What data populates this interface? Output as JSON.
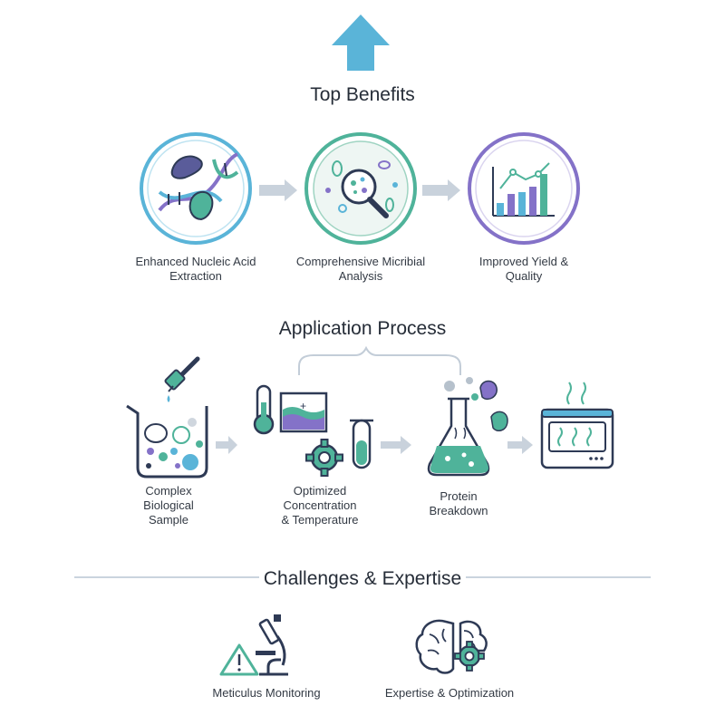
{
  "sections": {
    "top_benefits": "Top Benefits",
    "application_process": "Application Process",
    "challenges_expertise": "Challenges & Expertise"
  },
  "benefits": [
    {
      "label": "Enhanced Nucleic Acid\nExtraction",
      "icon": "dna-enzyme-icon"
    },
    {
      "label": "Comprehensive Micribial\nAnalysis",
      "icon": "microbe-magnifier-icon"
    },
    {
      "label": "Improved Yield &\nQuality",
      "icon": "bar-chart-growth-icon"
    }
  ],
  "process": [
    {
      "label": "Complex\nBiological\nSample",
      "icon": "beaker-sample-icon"
    },
    {
      "label": "Optimized\nConcentration\n& Temperature",
      "icon": "thermometer-gear-icon"
    },
    {
      "label": "Protein\nBreakdown",
      "icon": "flask-protein-icon"
    },
    {
      "label": "",
      "icon": "incubator-icon"
    }
  ],
  "challenges": [
    {
      "label": "Meticulus Monitoring",
      "icon": "microscope-warning-icon"
    },
    {
      "label": "Expertise & Optimization",
      "icon": "brain-gear-icon"
    }
  ],
  "colors": {
    "blue": "#5ab4d8",
    "teal": "#4fb39a",
    "purple": "#8472c8",
    "navy": "#2e3a55",
    "arrow": "#c9d2dc",
    "line": "#b9c6d3"
  }
}
